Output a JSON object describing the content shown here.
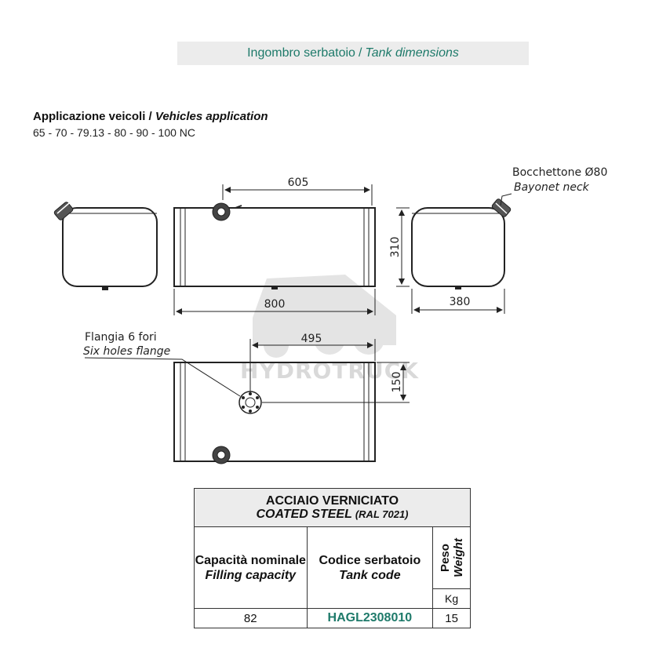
{
  "header": {
    "title_it": "Ingombro serbatoio",
    "separator": "/",
    "title_en": "Tank dimensions"
  },
  "application": {
    "title_it": "Applicazione veicoli",
    "separator": "/",
    "title_en": "Vehicles application",
    "models": "65 - 70 - 79.13 - 80 - 90 - 100 NC"
  },
  "drawing": {
    "dim_605": "605",
    "dim_800": "800",
    "dim_310": "310",
    "dim_380": "380",
    "dim_495": "495",
    "dim_150": "150",
    "neck_label_it": "Bocchettone Ø80",
    "neck_label_en": "Bayonet neck",
    "flange_label_it": "Flangia 6 fori",
    "flange_label_en": "Six holes flange",
    "watermark": "HYDROTRUCK"
  },
  "spec_table": {
    "material_it": "ACCIAIO VERNICIATO",
    "material_en": "COATED STEEL",
    "ral": "(RAL 7021)",
    "capacity_it": "Capacità nominale",
    "capacity_en": "Filling capacity",
    "code_it": "Codice serbatoio",
    "code_en": "Tank code",
    "weight_it": "Peso",
    "weight_en": "Weight",
    "weight_unit": "Kg",
    "rows": [
      {
        "capacity": "82",
        "code": "HAGL2308010",
        "weight": "15"
      }
    ]
  },
  "colors": {
    "accent": "#1e7a6a",
    "header_bg": "#ececec",
    "line": "#222222",
    "watermark": "#d9d9d9"
  }
}
